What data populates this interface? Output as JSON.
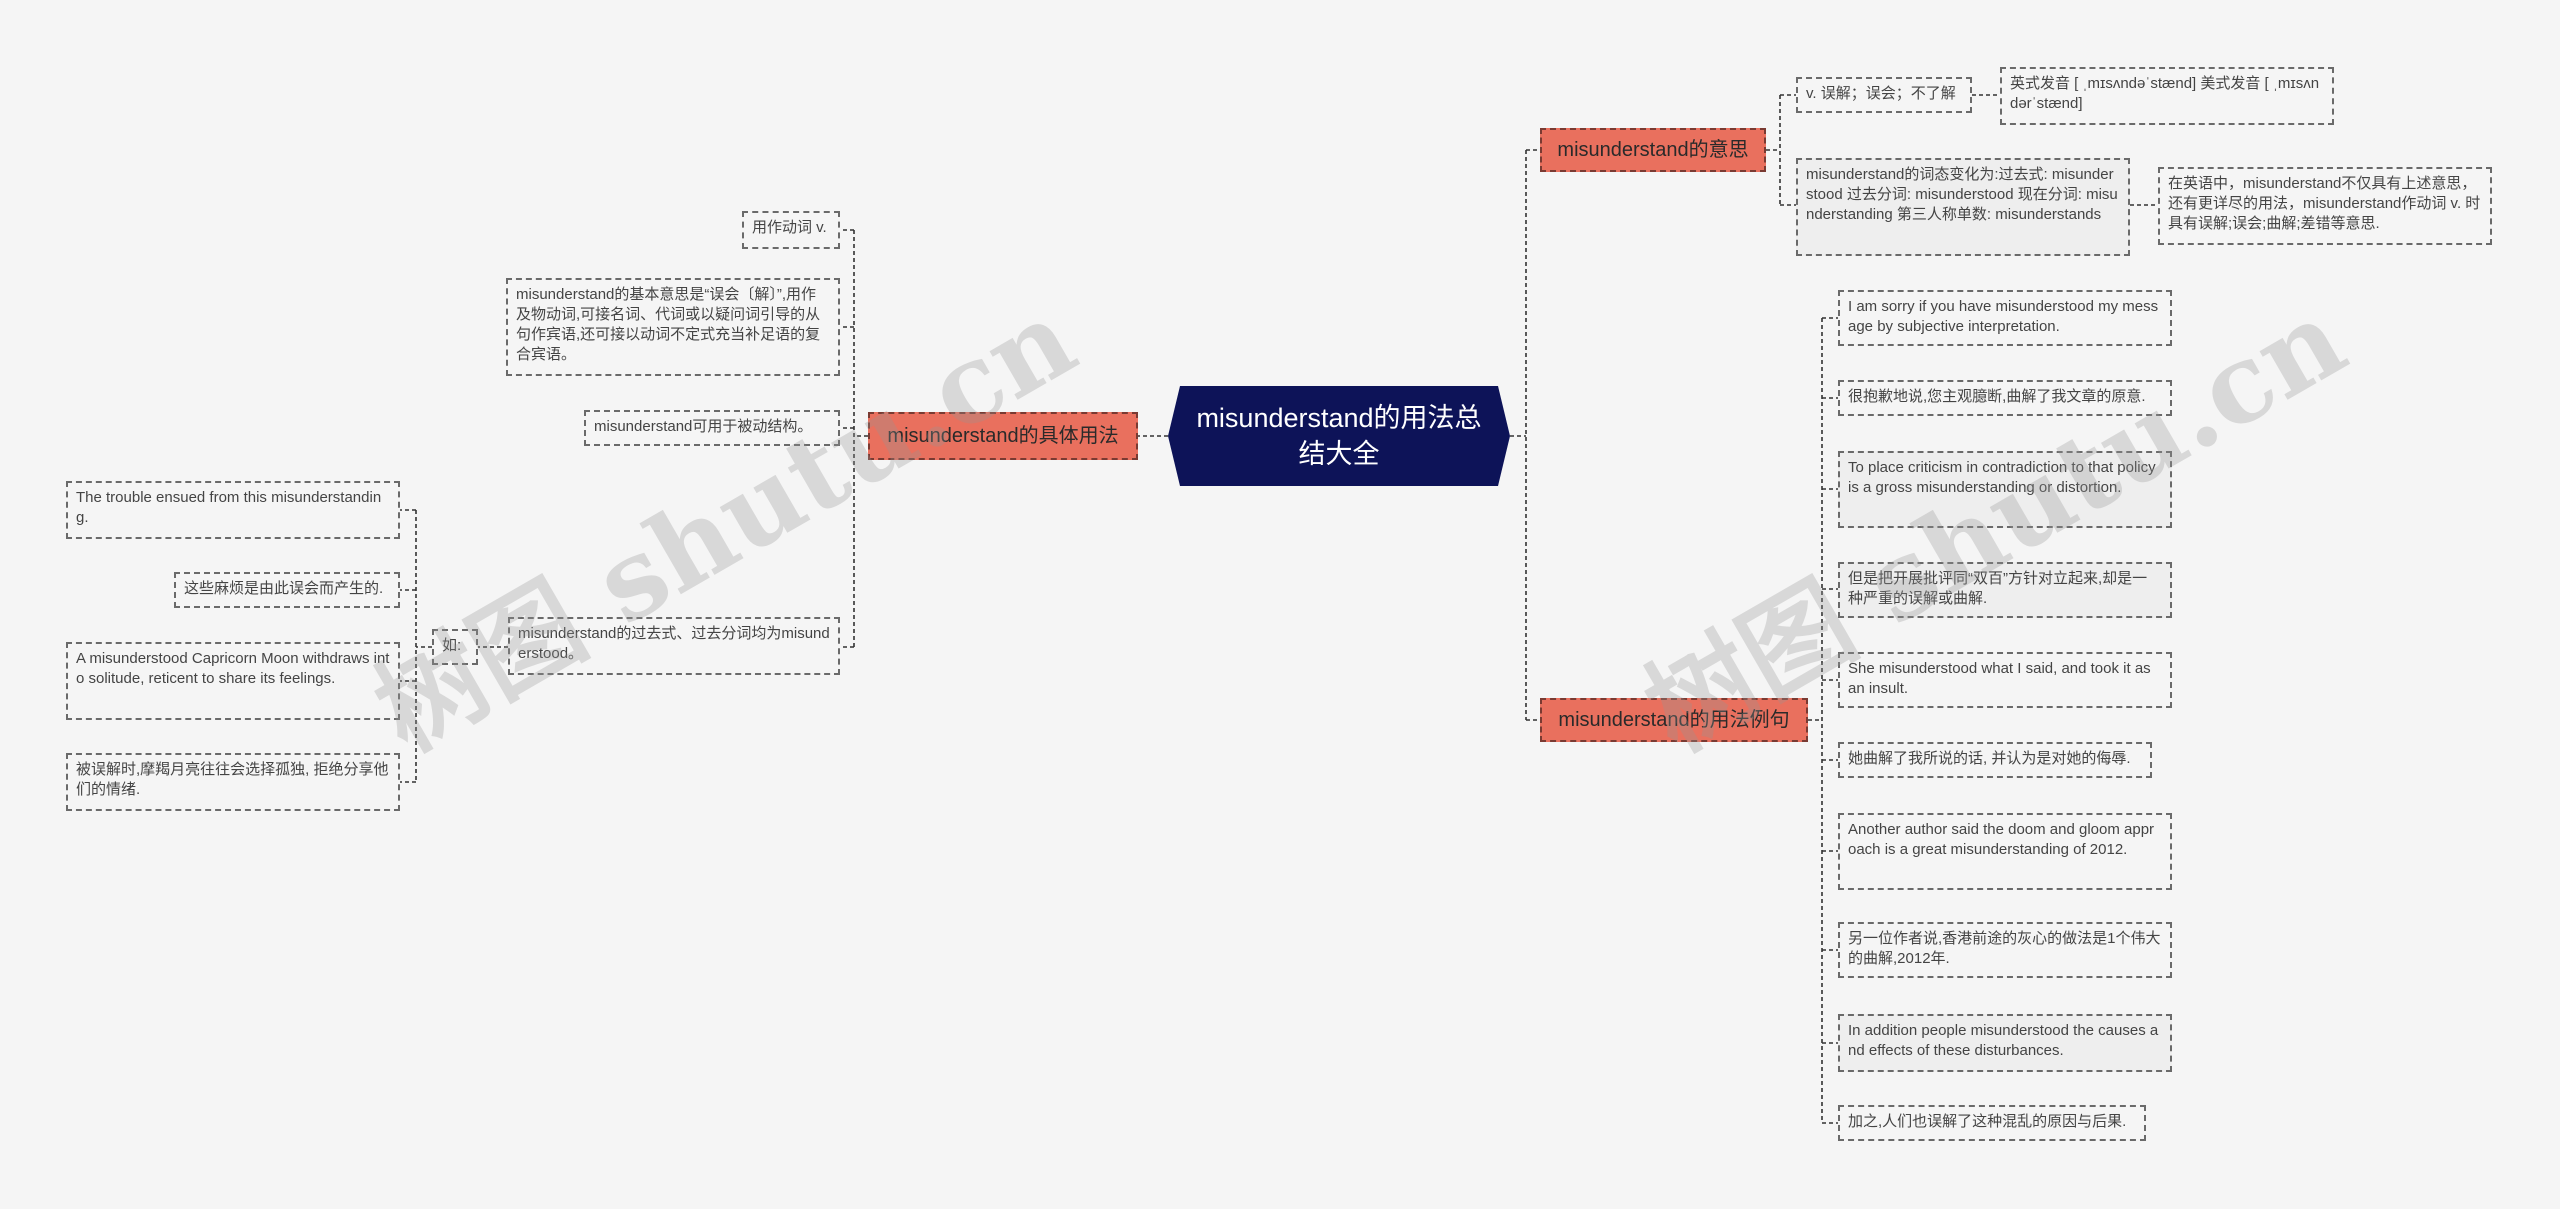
{
  "root": {
    "title": "misunderstand的用法总结大全"
  },
  "branches": {
    "meaning": {
      "label": "misunderstand的意思",
      "definition": "v. 误解；误会；不了解",
      "pronunciation": "英式发音 [ ˌmɪsʌndəˈstænd] 美式发音 [ ˌmɪsʌndərˈstænd]",
      "forms": "misunderstand的词态变化为:过去式: misunderstood 过去分词: misunderstood 现在分词: misunderstanding 第三人称单数: misunderstands",
      "extra": "在英语中，misunderstand不仅具有上述意思，还有更详尽的用法，misunderstand作动词 v. 时具有误解;误会;曲解;差错等意思."
    },
    "usage": {
      "label": "misunderstand的具体用法",
      "verb": "用作动词 v.",
      "basic": "misunderstand的基本意思是“误会〔解〕”,用作及物动词,可接名词、代词或以疑问词引导的从句作宾语,还可接以动词不定式充当补足语的复合宾语。",
      "passive": "misunderstand可用于被动结构。",
      "past": "misunderstand的过去式、过去分词均为misunderstood。",
      "ru": "如:",
      "examples": [
        "The trouble ensued from this misunderstanding.",
        "这些麻烦是由此误会而产生的.",
        "A misunderstood Capricorn Moon withdraws into solitude, reticent to share its feelings.",
        "被误解时,摩羯月亮往往会选择孤独, 拒绝分享他们的情绪."
      ]
    },
    "examples": {
      "label": "misunderstand的用法例句",
      "items": [
        "I am sorry if you have misunderstood my message by subjective interpretation.",
        "很抱歉地说,您主观臆断,曲解了我文章的原意.",
        "To place criticism in contradiction to that policy is a gross misunderstanding or distortion.",
        "但是把开展批评同“双百”方针对立起来,却是一种严重的误解或曲解.",
        "She misunderstood what I said, and took it as an insult.",
        "她曲解了我所说的话, 并认为是对她的侮辱.",
        "Another author said the doom and gloom approach is a great misunderstanding of 2012.",
        "另一位作者说,香港前途的灰心的做法是1个伟大的曲解,2012年.",
        "In addition people misunderstood the causes and effects of these disturbances.",
        "加之,人们也误解了这种混乱的原因与后果."
      ]
    }
  },
  "watermark": [
    "树图 shutu.cn",
    "树图 shutu.cn"
  ]
}
